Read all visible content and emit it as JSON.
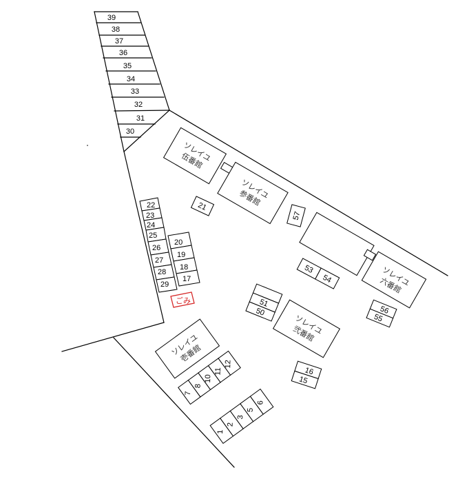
{
  "map": {
    "slots": {
      "s1": "1",
      "s2": "2",
      "s3": "3",
      "s5": "5",
      "s6": "6",
      "s7": "7",
      "s8": "8",
      "s10": "10",
      "s11": "11",
      "s12": "12",
      "s15": "15",
      "s16": "16",
      "s17": "17",
      "s18": "18",
      "s19": "19",
      "s20": "20",
      "s21": "21",
      "s22": "22",
      "s23": "23",
      "s24": "24",
      "s25": "25",
      "s26": "26",
      "s27": "27",
      "s28": "28",
      "s29": "29",
      "s30": "30",
      "s31": "31",
      "s32": "32",
      "s33": "33",
      "s34": "34",
      "s35": "35",
      "s36": "36",
      "s37": "37",
      "s38": "38",
      "s39": "39",
      "s50": "50",
      "s51": "51",
      "s53": "53",
      "s54": "54",
      "s55": "55",
      "s56": "56",
      "s57": "57"
    },
    "buildings": {
      "b1_name": "ソレイユ",
      "b1_num": "壱番館",
      "b2_name": "ソレイユ",
      "b2_num": "弐番館",
      "b3_name": "ソレイユ",
      "b3_num": "参番館",
      "b5_name": "ソレイユ",
      "b5_num": "伍番館",
      "b6_name": "ソレイユ",
      "b6_num": "六番館"
    },
    "garbage_label": "ごみ",
    "colors": {
      "lines": "#000000",
      "garbage": "#d62828",
      "background": "#ffffff"
    }
  }
}
